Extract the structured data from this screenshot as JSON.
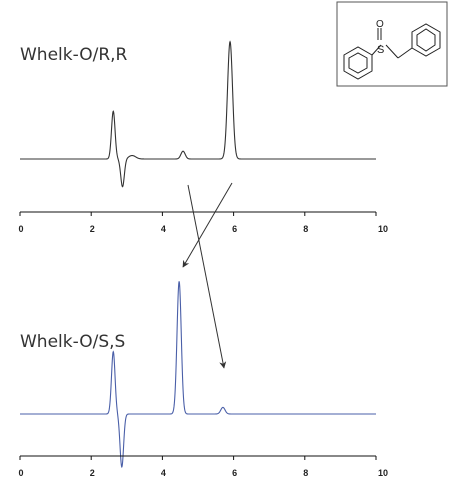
{
  "chart_data": [
    {
      "type": "line",
      "title": "Whelk-O/R,R",
      "xlabel": "",
      "ylabel": "",
      "xlim": [
        0,
        10
      ],
      "xticks": [
        0,
        2,
        4,
        6,
        8,
        10
      ],
      "grid": false,
      "color": "#333333",
      "baseline": 0,
      "ylim": [
        -0.35,
        1.6
      ],
      "peaks": [
        {
          "x": 2.62,
          "height": 0.55,
          "width": 0.05
        },
        {
          "x": 2.88,
          "height": -0.32,
          "width": 0.05
        },
        {
          "x": 3.15,
          "height": 0.04,
          "width": 0.1
        },
        {
          "x": 4.58,
          "height": 0.09,
          "width": 0.06
        },
        {
          "x": 5.9,
          "height": 1.35,
          "width": 0.07
        }
      ]
    },
    {
      "type": "line",
      "title": "Whelk-O/S,S",
      "xlabel": "",
      "ylabel": "",
      "xlim": [
        0,
        10
      ],
      "xticks": [
        0,
        2,
        4,
        6,
        8,
        10
      ],
      "grid": false,
      "color": "#4a5fa8",
      "baseline": 0,
      "ylim": [
        -0.45,
        1.05
      ],
      "peaks": [
        {
          "x": 2.62,
          "height": 0.47,
          "width": 0.05
        },
        {
          "x": 2.86,
          "height": -0.4,
          "width": 0.05
        },
        {
          "x": 4.47,
          "height": 1.0,
          "width": 0.06
        },
        {
          "x": 5.7,
          "height": 0.05,
          "width": 0.06
        }
      ]
    }
  ],
  "molecule_icon": "benzyl-phenyl-sulfoxide-structure"
}
